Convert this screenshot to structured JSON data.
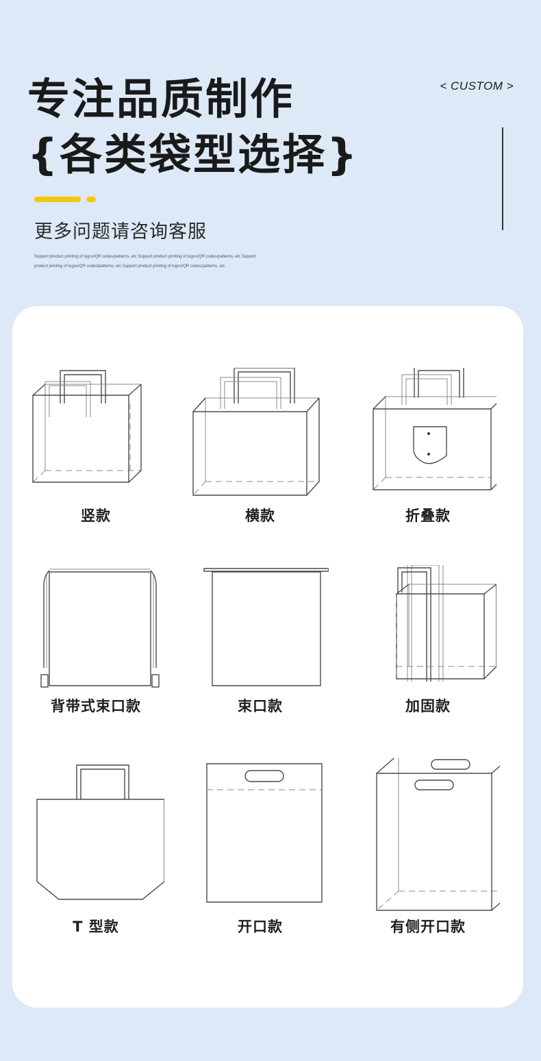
{
  "header": {
    "title_line1": "专注品质制作",
    "title_line2": "{各类袋型选择}",
    "custom_tag": "< CUSTOM >",
    "subtitle": "更多问题请咨询客服",
    "small_line1": "Support product printing of logos/QR codes/patterns, etc Support product printing of logos/QR codes/patterns, etc Support",
    "small_line2": "product printing of logos/QR codes/patterns, etc Support product printing of logos/QR codes/patterns, etc"
  },
  "bag_types": [
    {
      "label": "竖款",
      "icon": "vertical-bag-icon"
    },
    {
      "label": "横款",
      "icon": "horizontal-bag-icon"
    },
    {
      "label": "折叠款",
      "icon": "folding-bag-icon"
    },
    {
      "label": "背带式束口款",
      "icon": "strap-drawstring-bag-icon"
    },
    {
      "label": "束口款",
      "icon": "drawstring-bag-icon"
    },
    {
      "label": "加固款",
      "icon": "reinforced-bag-icon"
    },
    {
      "label": "T 型款",
      "icon": "t-shape-bag-icon"
    },
    {
      "label": "开口款",
      "icon": "die-cut-bag-icon"
    },
    {
      "label": "有侧开口款",
      "icon": "side-gusset-die-cut-bag-icon"
    }
  ],
  "colors": {
    "background": "#dde9f6",
    "card": "#ffffff",
    "accent": "#f4c80e",
    "text": "#1a1a1a"
  }
}
